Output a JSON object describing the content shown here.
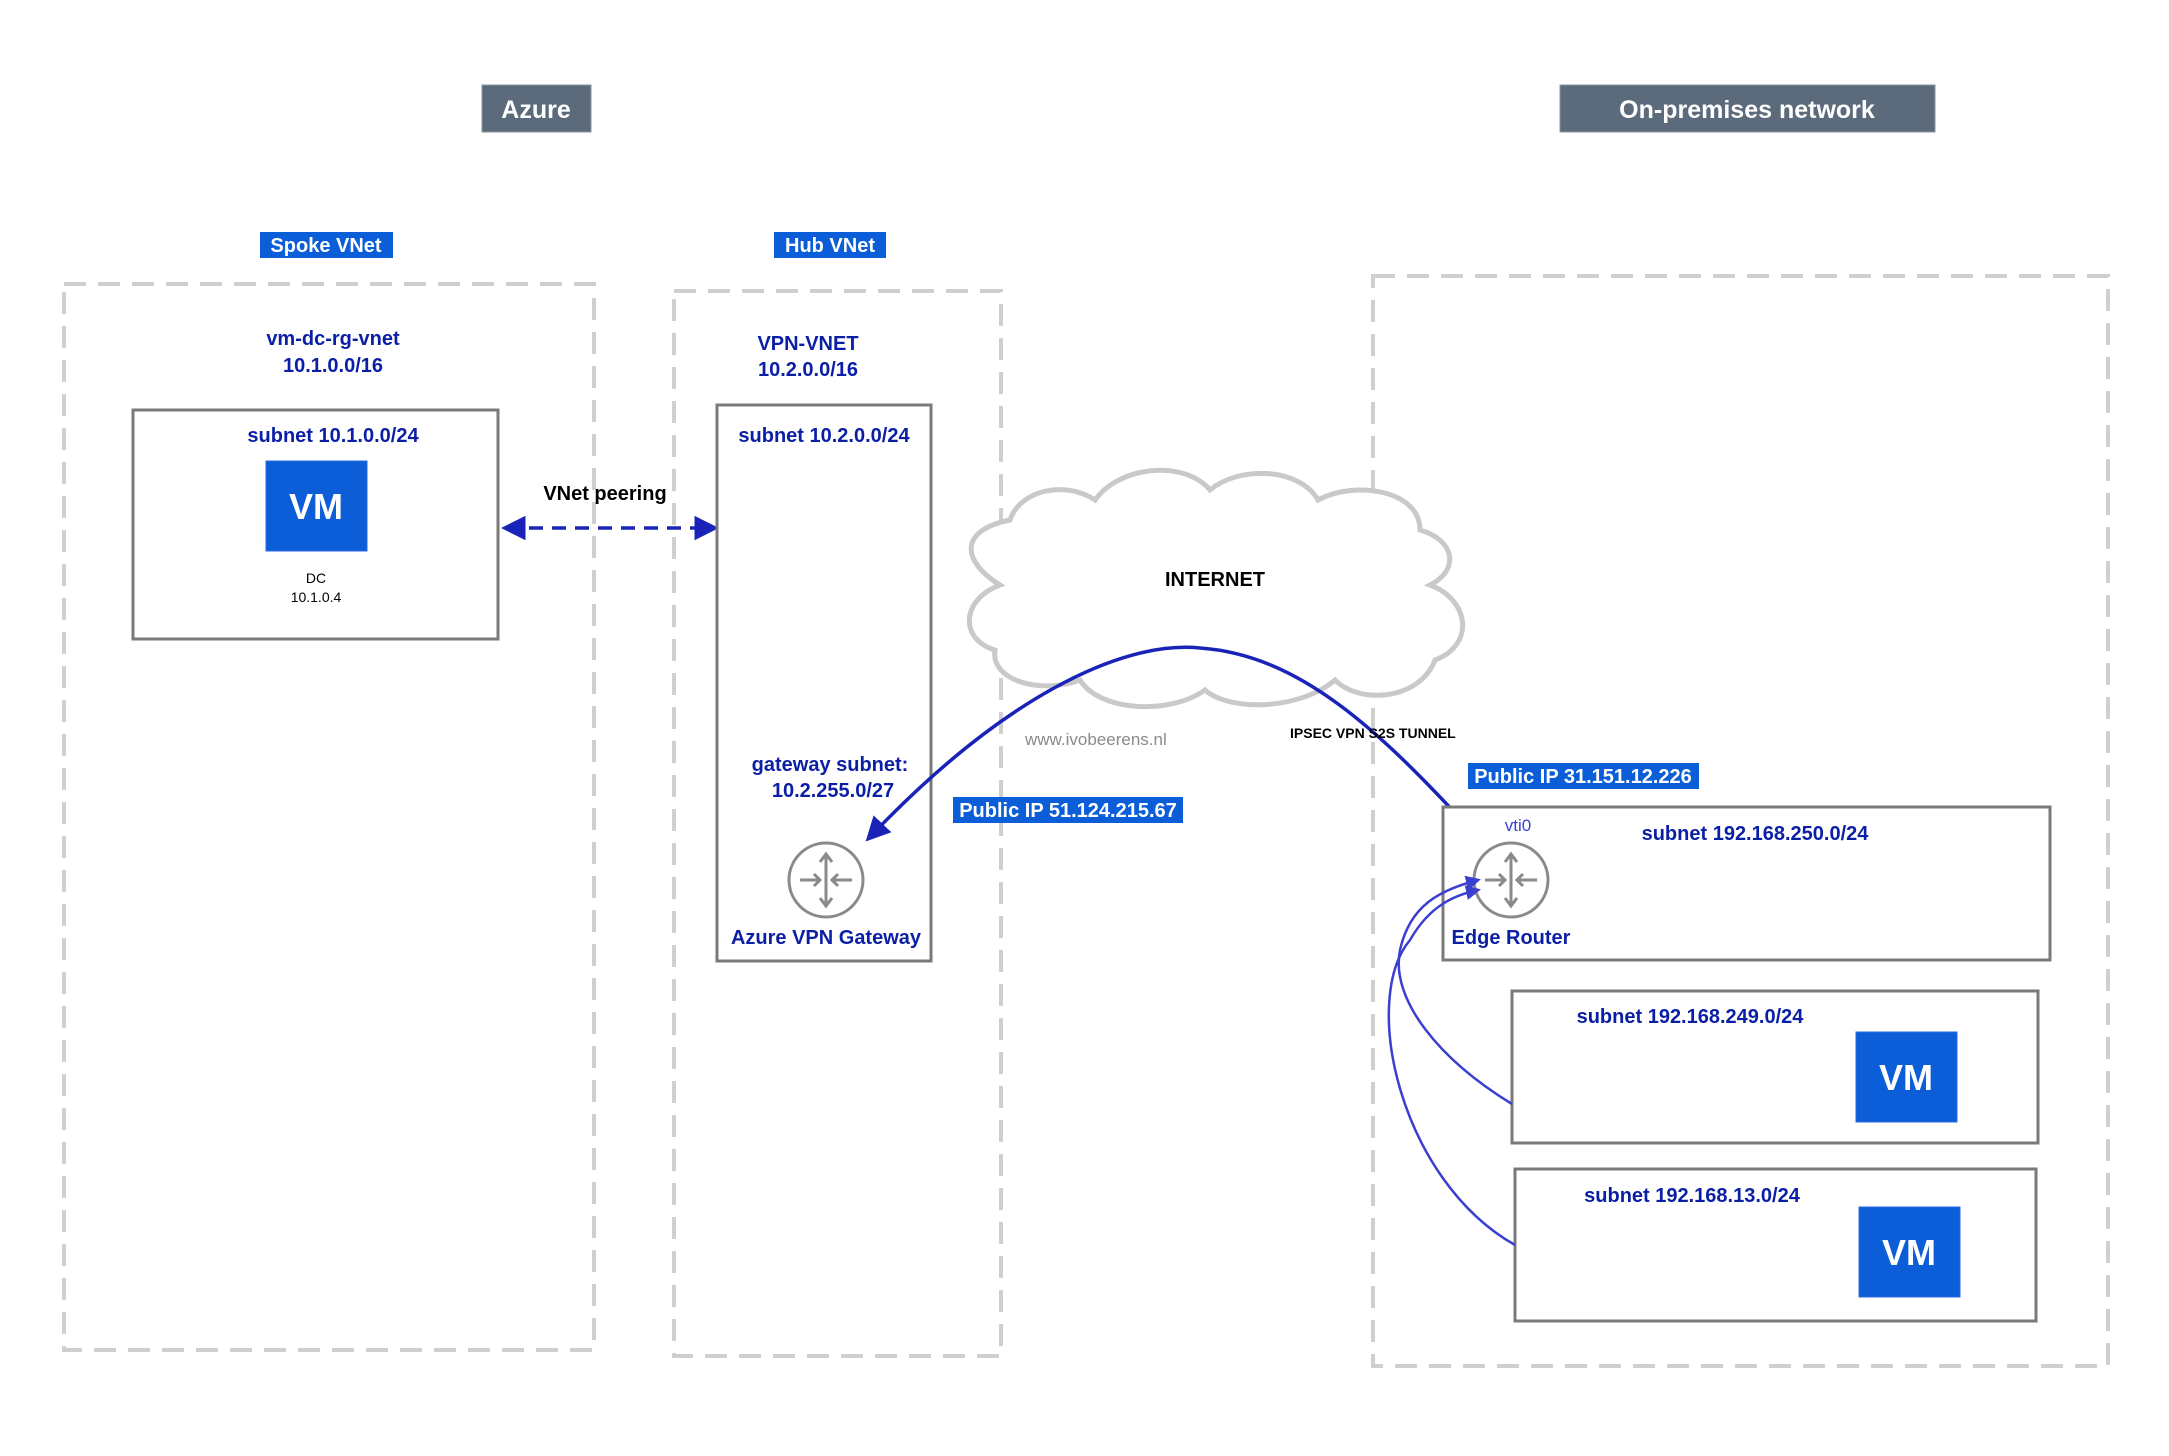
{
  "colors": {
    "header_bg": "#5b6b7b",
    "tag_bg": "#0b5ed7",
    "vm_blue": "#0b5ed7",
    "label_blue": "#0b1fa6",
    "link_blue": "#1a23b8",
    "zone_border": "#cfcfcf",
    "box_border": "#7a7a7a"
  },
  "headers": {
    "azure": "Azure",
    "onprem": "On-premises network"
  },
  "spoke": {
    "tag": "Spoke VNet",
    "name": "vm-dc-rg-vnet",
    "cidr": "10.1.0.0/16",
    "subnet": "subnet 10.1.0.0/24",
    "vm_label": "VM",
    "vm_name": "DC",
    "vm_ip": "10.1.0.4"
  },
  "hub": {
    "tag": "Hub VNet",
    "name": "VPN-VNET",
    "cidr": "10.2.0.0/16",
    "subnet": "subnet 10.2.0.0/24",
    "gateway_subnet_line1": "gateway subnet:",
    "gateway_subnet_line2": "10.2.255.0/27",
    "gateway_label": "Azure VPN Gateway",
    "gateway_icon": "router-icon",
    "public_ip": "Public IP 51.124.215.67"
  },
  "peering_label": "VNet peering",
  "internet_label": "INTERNET",
  "watermark": "www.ivobeerens.nl",
  "tunnel_label": "IPSEC VPN S2S TUNNEL",
  "onprem": {
    "public_ip": "Public IP 31.151.12.226",
    "vti": "vti0",
    "router_label": "Edge Router",
    "router_icon": "router-icon",
    "subnet_250": "subnet 192.168.250.0/24",
    "subnet_249": "subnet 192.168.249.0/24",
    "subnet_13": "subnet 192.168.13.0/24",
    "vm_label_249": "VM",
    "vm_label_13": "VM"
  }
}
